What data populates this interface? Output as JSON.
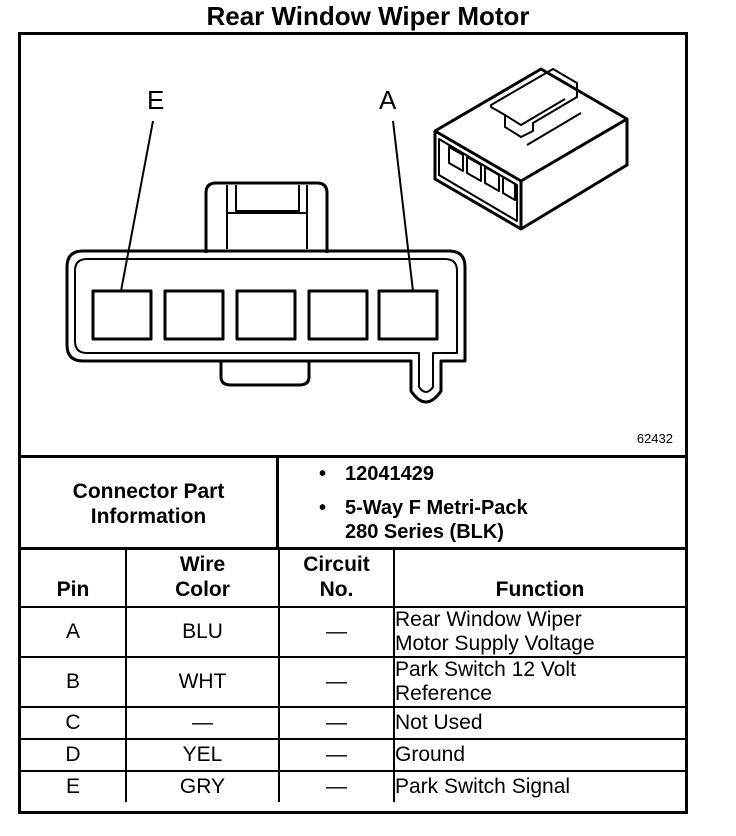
{
  "title": "Rear Window Wiper Motor",
  "diagram": {
    "label_left": "E",
    "label_right": "A",
    "figure_id": "62432"
  },
  "connector_info": {
    "label_line1": "Connector Part",
    "label_line2": "Information",
    "bullets": [
      {
        "lines": [
          "12041429"
        ]
      },
      {
        "lines": [
          "5-Way F Metri-Pack",
          "280 Series (BLK)"
        ]
      }
    ]
  },
  "table": {
    "headers": {
      "pin": "Pin",
      "wire_line1": "Wire",
      "wire_line2": "Color",
      "circuit_line1": "Circuit",
      "circuit_line2": "No.",
      "function": "Function"
    },
    "rows": [
      {
        "pin": "A",
        "wire": "BLU",
        "circuit": "—",
        "function_line1": "Rear Window Wiper",
        "function_line2": "Motor Supply Voltage"
      },
      {
        "pin": "B",
        "wire": "WHT",
        "circuit": "—",
        "function_line1": "Park Switch 12 Volt",
        "function_line2": "Reference"
      },
      {
        "pin": "C",
        "wire": "—",
        "circuit": "—",
        "function_line1": "Not Used",
        "function_line2": ""
      },
      {
        "pin": "D",
        "wire": "YEL",
        "circuit": "—",
        "function_line1": "Ground",
        "function_line2": ""
      },
      {
        "pin": "E",
        "wire": "GRY",
        "circuit": "—",
        "function_line1": "Park Switch Signal",
        "function_line2": ""
      }
    ]
  }
}
